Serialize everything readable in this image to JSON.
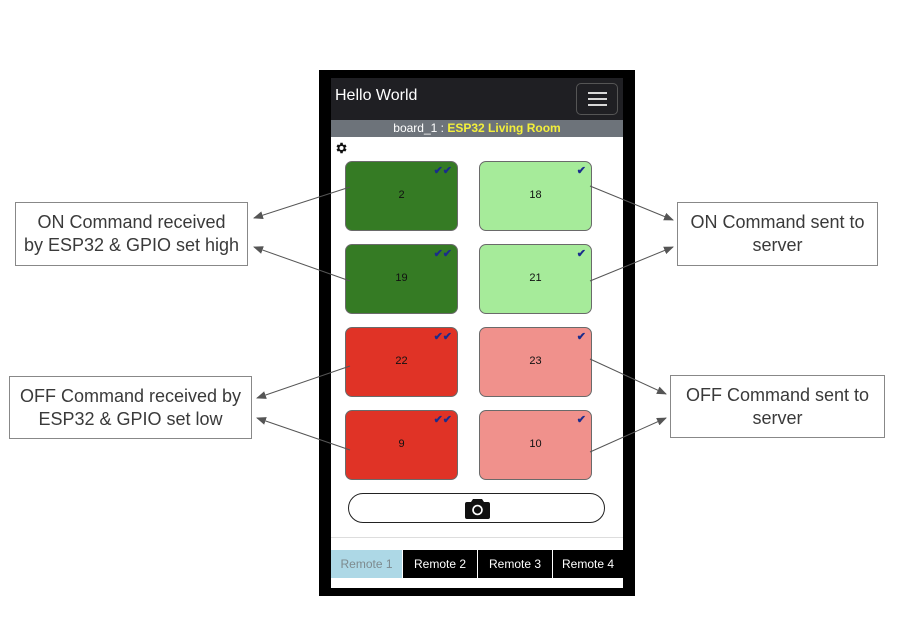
{
  "app": {
    "title": "Hello World",
    "menu_icon": "hamburger-icon"
  },
  "board": {
    "id": "board_1",
    "separator": " : ",
    "name": "ESP32 Living Room",
    "name_color": "#f3ef3b"
  },
  "settings_icon": "gear-icon",
  "tiles": [
    {
      "label": "2",
      "check": "✔✔",
      "state": "on-confirmed",
      "color": "#357b24"
    },
    {
      "label": "18",
      "check": "✔",
      "state": "on-sent",
      "color": "#a6eb9a"
    },
    {
      "label": "19",
      "check": "✔✔",
      "state": "on-confirmed",
      "color": "#357b24"
    },
    {
      "label": "21",
      "check": "✔",
      "state": "on-sent",
      "color": "#a6eb9a"
    },
    {
      "label": "22",
      "check": "✔✔",
      "state": "off-confirmed",
      "color": "#e03326"
    },
    {
      "label": "23",
      "check": "✔",
      "state": "off-sent",
      "color": "#f0918c"
    },
    {
      "label": "9",
      "check": "✔✔",
      "state": "off-confirmed",
      "color": "#e03326"
    },
    {
      "label": "10",
      "check": "✔",
      "state": "off-sent",
      "color": "#f0918c"
    }
  ],
  "camera_icon": "camera-icon",
  "tabs": [
    {
      "label": "Remote 1",
      "active": true
    },
    {
      "label": "Remote 2",
      "active": false
    },
    {
      "label": "Remote 3",
      "active": false
    },
    {
      "label": "Remote 4",
      "active": false
    }
  ],
  "callouts": {
    "on_received": {
      "line1": "ON Command received",
      "line2": "by ESP32 & GPIO set high"
    },
    "on_sent": {
      "line1": "ON Command sent to",
      "line2": "server"
    },
    "off_received": {
      "line1": "OFF Command received by",
      "line2": "ESP32 & GPIO set low"
    },
    "off_sent": {
      "line1": "OFF Command sent to",
      "line2": "server"
    }
  }
}
